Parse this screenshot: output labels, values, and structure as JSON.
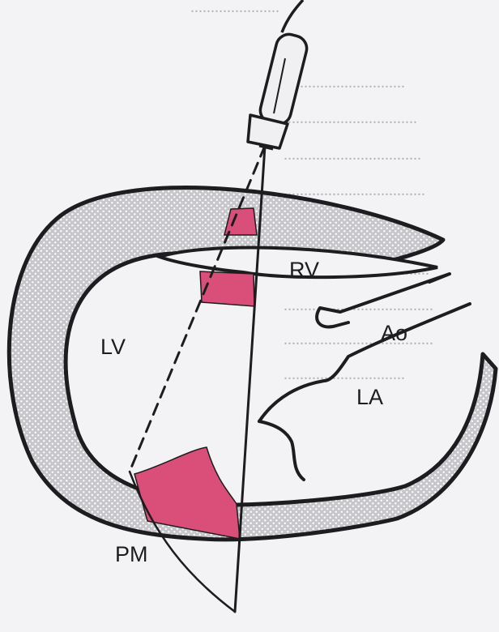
{
  "labels": {
    "rv": "RV",
    "lv": "LV",
    "ao": "Ao",
    "la": "LA",
    "pm": "PM"
  },
  "colors": {
    "paper": "#f3f3f5",
    "ink": "#1d1d1f",
    "myocardium": "#c7c7cb",
    "highlight": "#d94f79"
  }
}
